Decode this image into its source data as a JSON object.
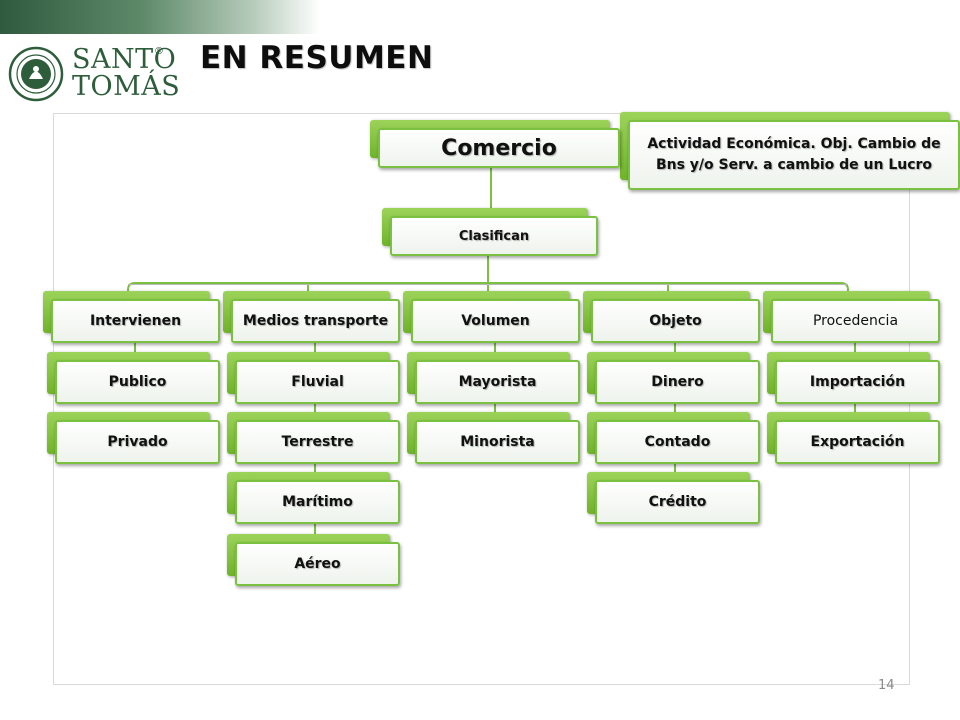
{
  "brand": {
    "line1": "SANTO",
    "line2": "TOMÁS",
    "registered": "®",
    "seal_icon": "santo-tomas-seal-icon"
  },
  "slide": {
    "title": "EN RESUMEN",
    "page_number": "14"
  },
  "colors": {
    "accent_green": "#7ac142",
    "brand_green": "#2e5d3b"
  },
  "diagram": {
    "root": "Comercio",
    "definition": "Actividad Económica. Obj. Cambio de Bns y/o Serv. a cambio de un Lucro",
    "classifier": "Clasifican",
    "categories": [
      {
        "label": "Intervienen",
        "items": [
          "Publico",
          "Privado"
        ]
      },
      {
        "label": "Medios transporte",
        "items": [
          "Fluvial",
          "Terrestre",
          "Marítimo",
          "Aéreo"
        ]
      },
      {
        "label": "Volumen",
        "items": [
          "Mayorista",
          "Minorista"
        ]
      },
      {
        "label": "Objeto",
        "items": [
          "Dinero",
          "Contado",
          "Crédito"
        ]
      },
      {
        "label": "Procedencia",
        "items": [
          "Importación",
          "Exportación"
        ]
      }
    ]
  }
}
